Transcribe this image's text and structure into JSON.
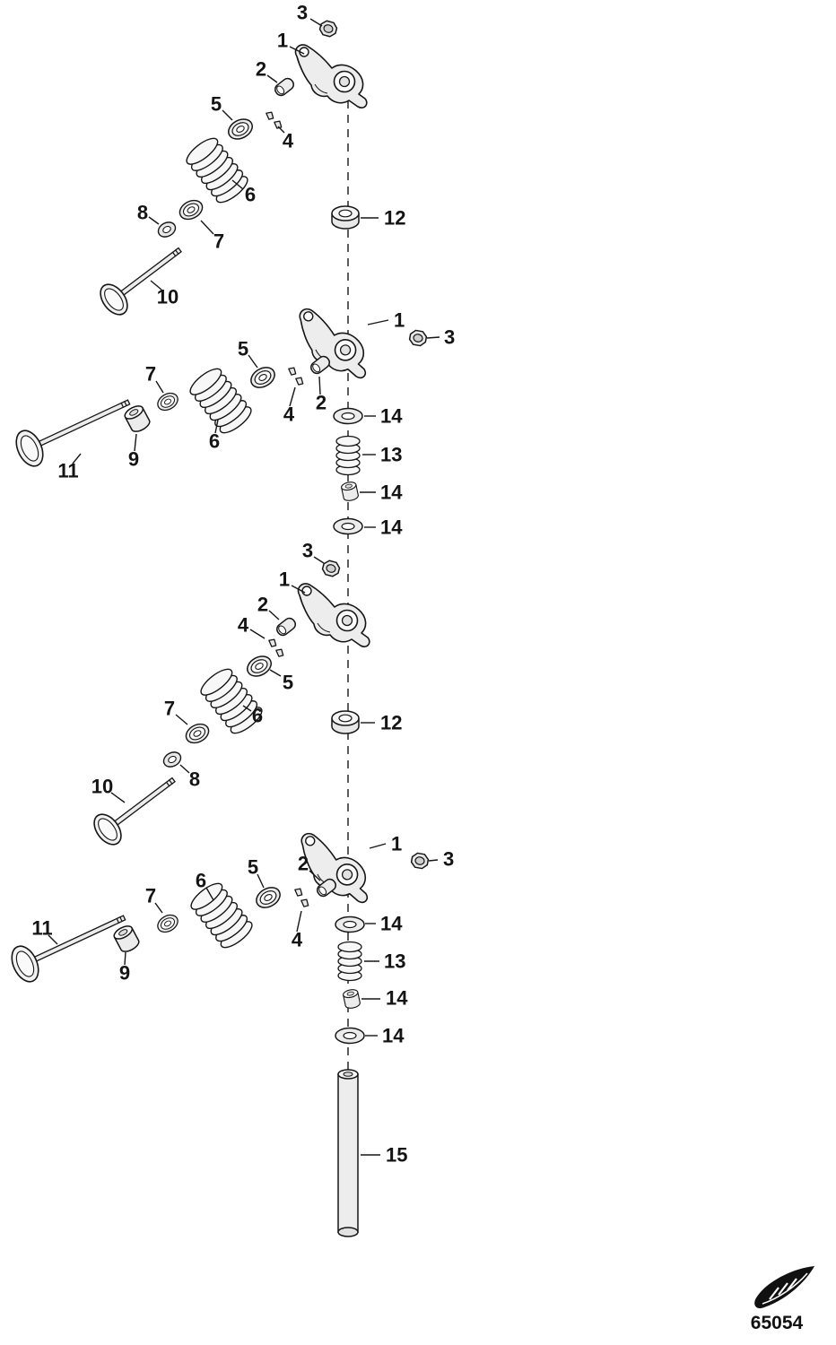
{
  "diagram": {
    "code": "65054",
    "callouts": [
      "3",
      "1",
      "2",
      "5",
      "4",
      "6",
      "8",
      "7",
      "10",
      "12",
      "1",
      "3",
      "5",
      "2",
      "4",
      "7",
      "6",
      "9",
      "11",
      "14",
      "13",
      "14",
      "14",
      "3",
      "1",
      "2",
      "4",
      "5",
      "6",
      "7",
      "8",
      "10",
      "12",
      "1",
      "3",
      "2",
      "5",
      "6",
      "7",
      "4",
      "9",
      "11",
      "14",
      "13",
      "14",
      "14",
      "15"
    ],
    "colors": {
      "ink": "#161616",
      "part_fill": "#ededed",
      "paper": "#ffffff"
    }
  }
}
